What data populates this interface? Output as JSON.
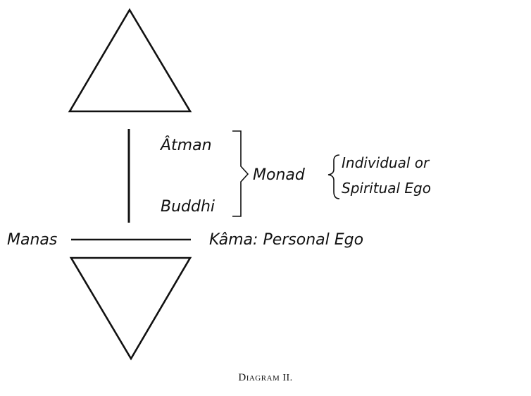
{
  "labels": {
    "atman": "Âtman",
    "buddhi": "Buddhi",
    "monad": "Monad",
    "individual_line1": "Individual or",
    "individual_line2": "Spiritual Ego",
    "manas": "Manas",
    "kama": "Kâma: Personal Ego"
  },
  "caption": {
    "first_letter": "D",
    "rest": "IAGRAM",
    "numeral": " II."
  },
  "colors": {
    "ink": "#111111",
    "background": "#ffffff"
  }
}
